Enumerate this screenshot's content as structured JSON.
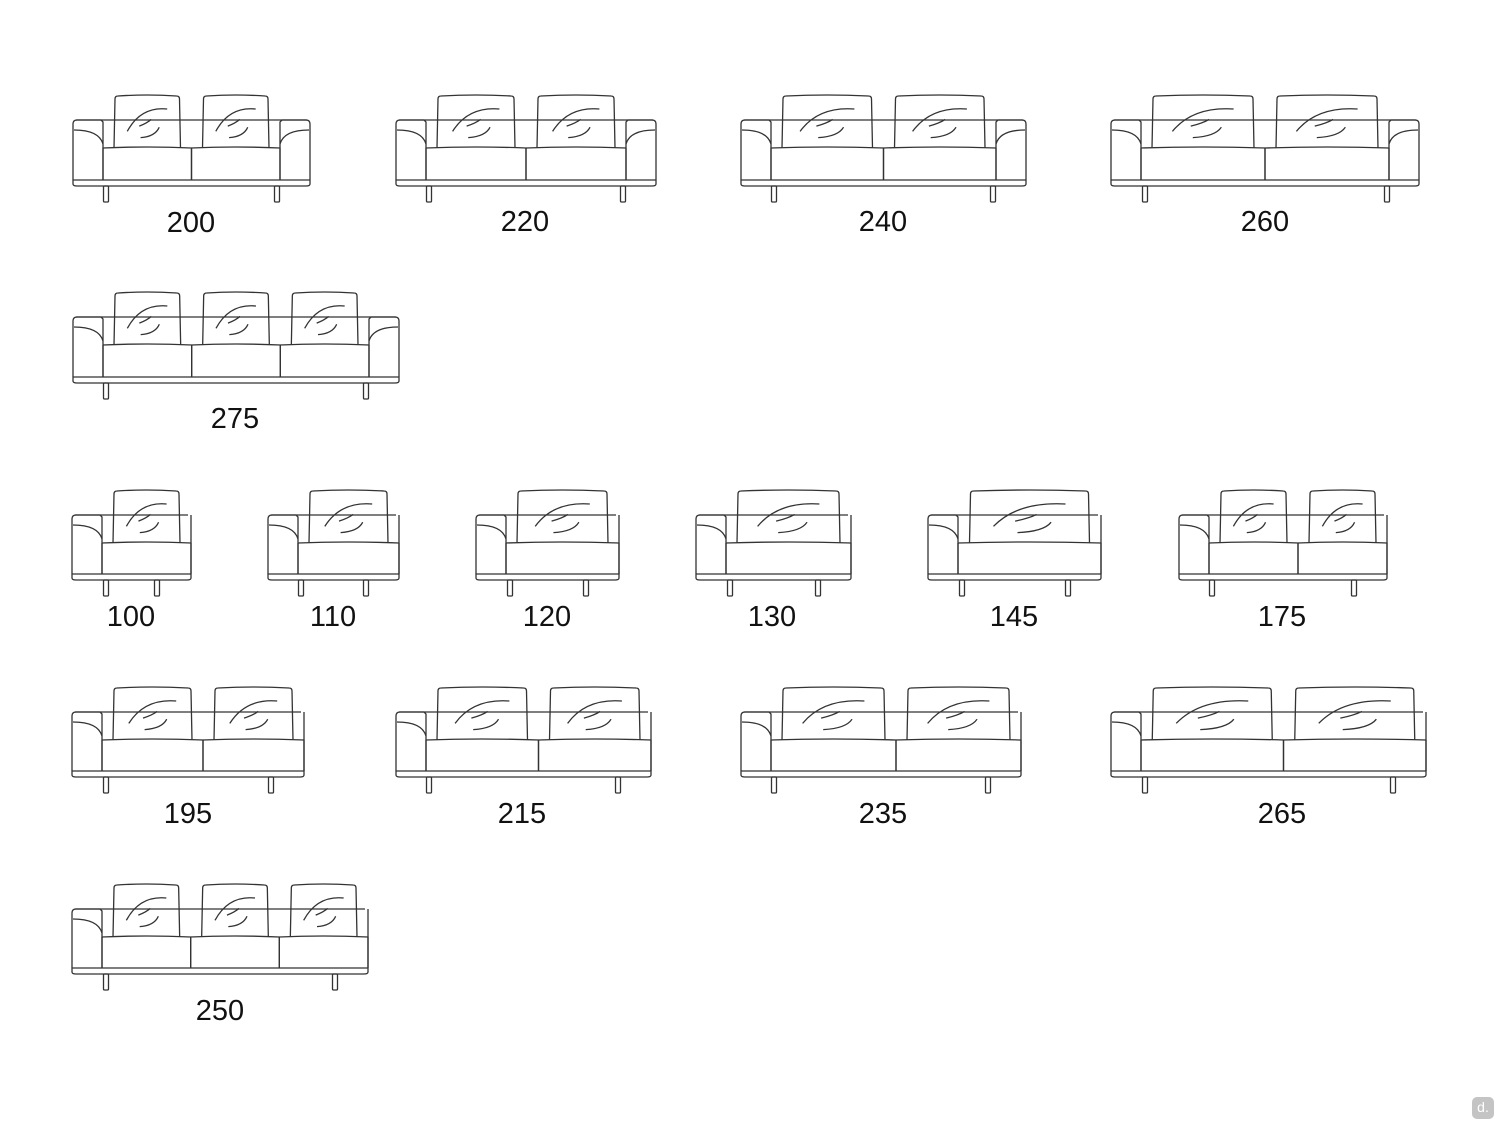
{
  "sofas": [
    {
      "label": "200",
      "seats": 2,
      "arms": "both"
    },
    {
      "label": "220",
      "seats": 2,
      "arms": "both"
    },
    {
      "label": "240",
      "seats": 2,
      "arms": "both"
    },
    {
      "label": "260",
      "seats": 2,
      "arms": "both"
    },
    {
      "label": "275",
      "seats": 3,
      "arms": "both"
    },
    {
      "label": "100",
      "seats": 1,
      "arms": "left"
    },
    {
      "label": "110",
      "seats": 1,
      "arms": "left"
    },
    {
      "label": "120",
      "seats": 1,
      "arms": "left"
    },
    {
      "label": "130",
      "seats": 1,
      "arms": "left"
    },
    {
      "label": "145",
      "seats": 1,
      "arms": "left"
    },
    {
      "label": "175",
      "seats": 2,
      "arms": "left"
    },
    {
      "label": "195",
      "seats": 2,
      "arms": "left"
    },
    {
      "label": "215",
      "seats": 2,
      "arms": "left"
    },
    {
      "label": "235",
      "seats": 2,
      "arms": "left"
    },
    {
      "label": "265",
      "seats": 2,
      "arms": "left"
    },
    {
      "label": "250",
      "seats": 3,
      "arms": "left"
    }
  ],
  "watermark": {
    "text": "d.",
    "color": "#c4c4c4"
  },
  "colors": {
    "line": "#333333",
    "background": "#ffffff"
  }
}
